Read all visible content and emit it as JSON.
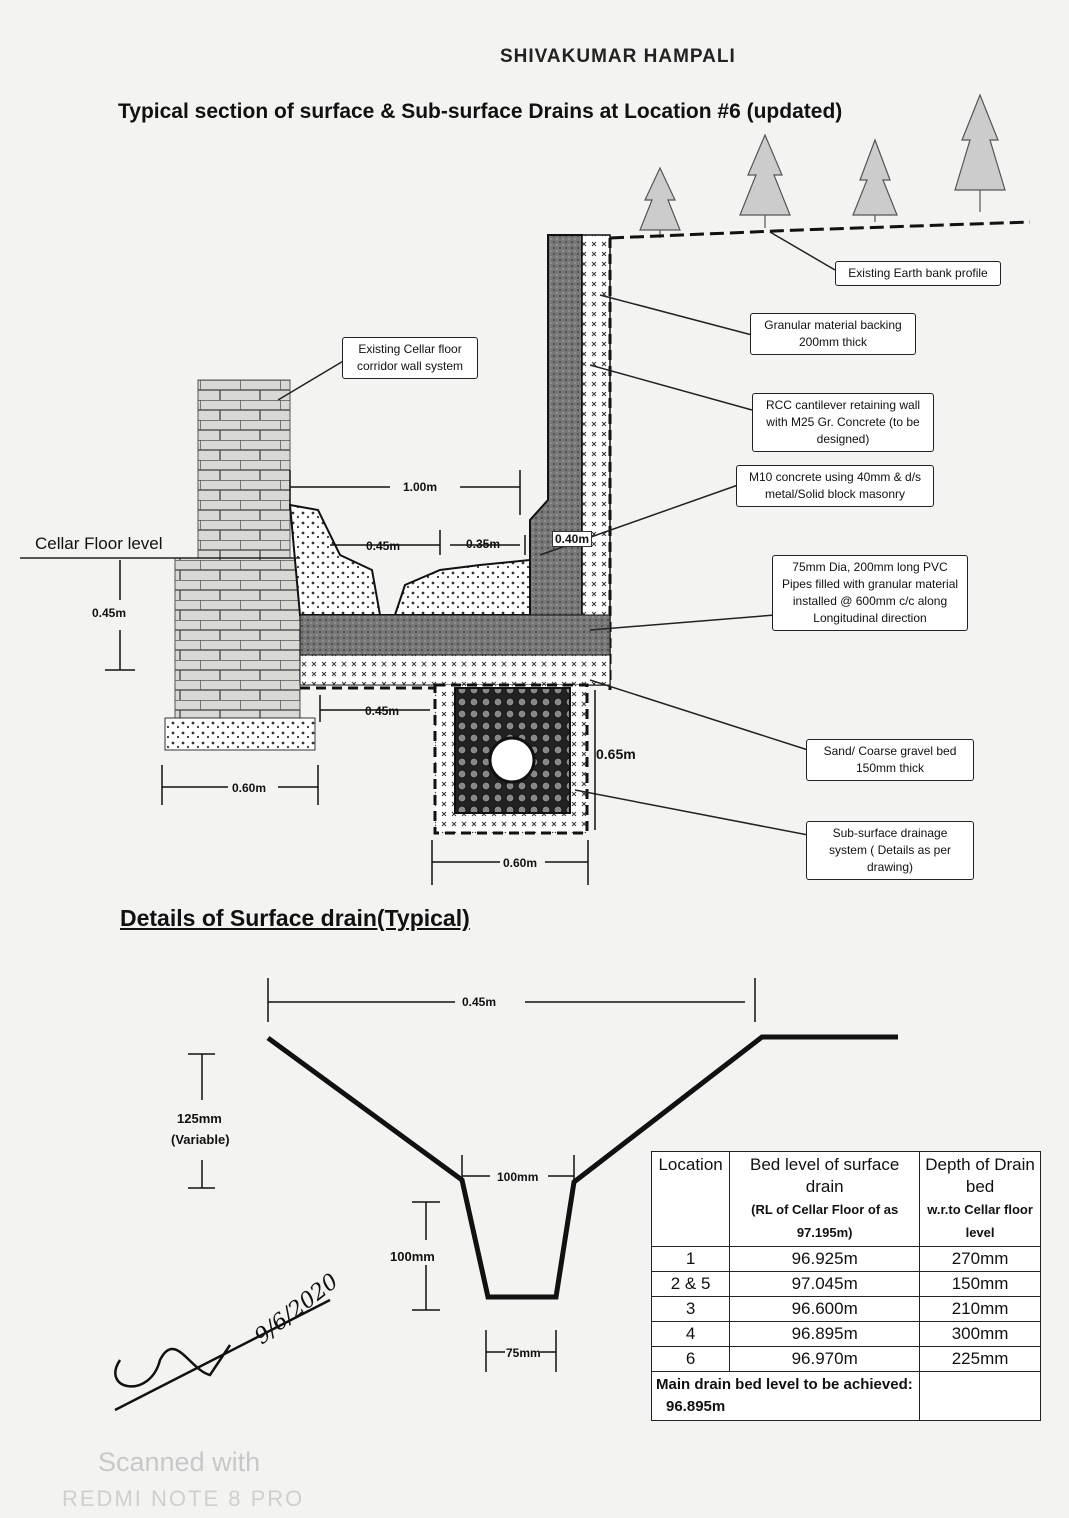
{
  "header": {
    "author": "SHIVAKUMAR HAMPALI",
    "title": "Typical section of surface & Sub-surface Drains at  Location #6 (updated)"
  },
  "labels": {
    "earth_bank": "Existing Earth bank profile",
    "granular": "Granular material  backing 200mm thick",
    "cellar_wall": "Existing Cellar floor corridor wall system",
    "rcc_wall": "RCC cantilever retaining wall with M25 Gr. Concrete (to be designed)",
    "m10": "M10 concrete using 40mm & d/s metal/Solid block masonry",
    "pvc": "75mm Dia, 200mm long PVC Pipes filled with granular material installed @ 600mm c/c along Longitudinal direction",
    "sand": "Sand/ Coarse gravel bed 150mm thick",
    "subsurface": "Sub-surface drainage system ( Details as per drawing)"
  },
  "dimensions": {
    "d_1_00": "1.00m",
    "d_0_45a": "0.45m",
    "d_0_35": "0.35m",
    "d_0_40": "0.40m",
    "d_0_45_level": "0.45m",
    "d_0_45b": "0.45m",
    "d_0_65": "0.65m",
    "d_0_60a": "0.60m",
    "d_0_60b": "0.60m",
    "cellar_floor": "Cellar Floor level"
  },
  "detail": {
    "title": "Details of Surface drain(Typical)",
    "top_width": "0.45m",
    "depth_top": "125mm",
    "depth_top_note": "(Variable)",
    "mid_width": "100mm",
    "channel_depth": "100mm",
    "bottom_width": "75mm"
  },
  "table": {
    "headers": [
      "Location",
      "Bed level of surface drain",
      "(RL of Cellar Floor of as 97.195m)",
      "Depth of Drain bed",
      "w.r.to Cellar floor level"
    ],
    "rows": [
      [
        "1",
        "96.925m",
        "270mm"
      ],
      [
        "2 & 5",
        "97.045m",
        "150mm"
      ],
      [
        "3",
        "96.600m",
        "210mm"
      ],
      [
        "4",
        "96.895m",
        "300mm"
      ],
      [
        "6",
        "96.970m",
        "225mm"
      ]
    ],
    "note_label": "Main drain bed level to be achieved:",
    "note_value": "96.895m"
  },
  "signature": {
    "date": "9/6/2020"
  },
  "watermark": {
    "line1": "Scanned with",
    "line2": "REDMI NOTE 8 PRO"
  }
}
